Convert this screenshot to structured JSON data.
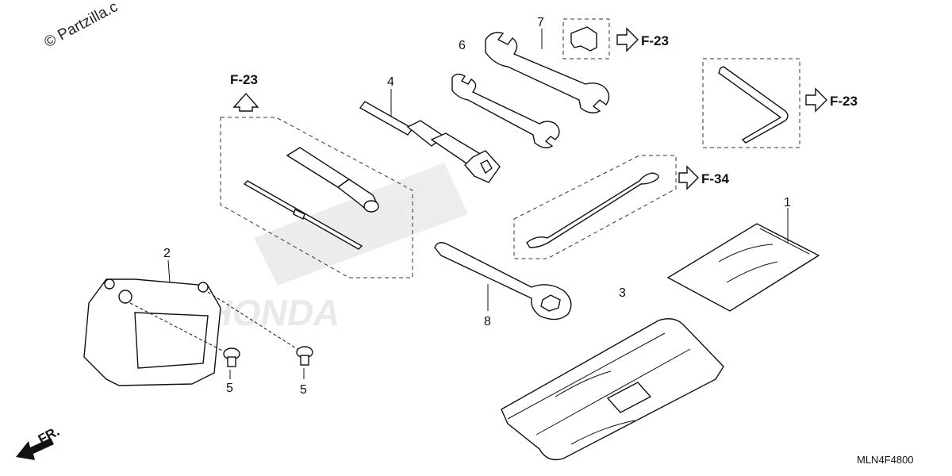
{
  "watermark": "© Partzilla.c",
  "diagram_code": "MLN4F4800",
  "front_label": "FR.",
  "part_numbers": {
    "p1": "1",
    "p2": "2",
    "p3": "3",
    "p4": "4",
    "p5a": "5",
    "p5b": "5",
    "p6": "6",
    "p7": "7",
    "p8": "8"
  },
  "refs": {
    "left_tools": "F-23",
    "clip": "F-23",
    "hex_key": "F-23",
    "cable": "F-34"
  },
  "brand_watermark": "HONDA"
}
